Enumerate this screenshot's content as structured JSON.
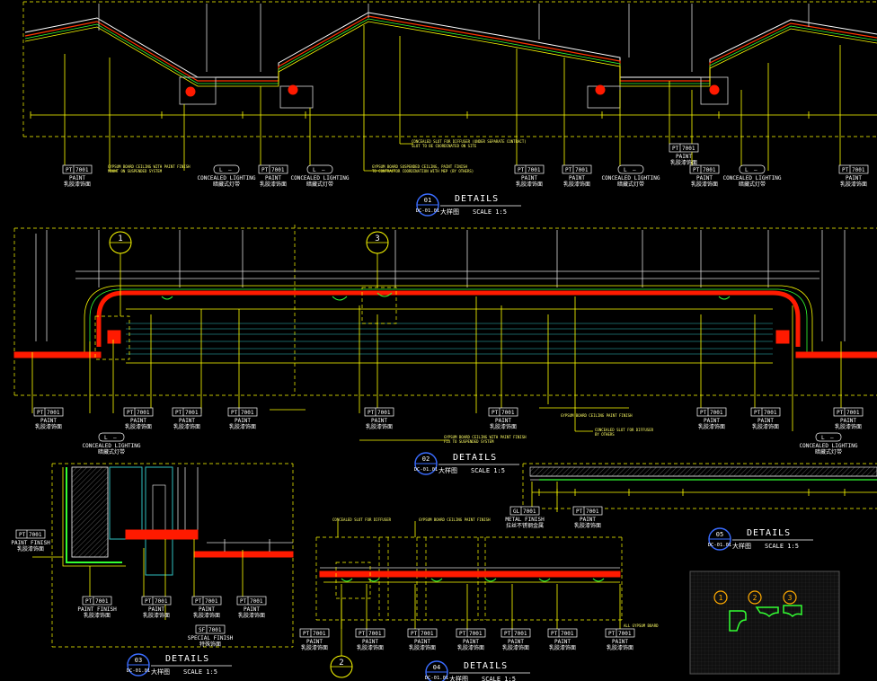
{
  "tag_pt_code": "PT",
  "tag_pt_number": "7001",
  "tag_paint": "PAINT",
  "tag_paint_cn": "乳胶漆饰面",
  "tag_l_code": "L",
  "tag_l_sub": "—",
  "tag_concealed": "CONCEALED LIGHTING",
  "tag_concealed_cn": "暗藏式灯带",
  "tag_paint_finish": "PAINT FINISH",
  "tag_sf_code": "SF",
  "tag_sf_number": "7001",
  "tag_special_finish": "SPECIAL FINISH",
  "tag_special_cn": "特殊饰面",
  "tag_gl_code": "GL",
  "tag_metal": "METAL FINISH",
  "tag_metal_cn": "拉丝不锈钢金属",
  "details": [
    {
      "number": "01",
      "ref": "DC-01.01",
      "title": "DETAILS",
      "subtitle": "大样图",
      "scale": "SCALE 1:5"
    },
    {
      "number": "02",
      "ref": "DC-01.01",
      "title": "DETAILS",
      "subtitle": "大样图",
      "scale": "SCALE 1:5"
    },
    {
      "number": "03",
      "ref": "DC-01.01",
      "title": "DETAILS",
      "subtitle": "大样图",
      "scale": "SCALE 1:5"
    },
    {
      "number": "04",
      "ref": "DC-01.01",
      "title": "DETAILS",
      "subtitle": "大样图",
      "scale": "SCALE 1:5"
    },
    {
      "number": "05",
      "ref": "DC-01.01",
      "title": "DETAILS",
      "subtitle": "大样图",
      "scale": "SCALE 1:5"
    }
  ],
  "callouts": [
    "1",
    "2",
    "3"
  ],
  "legend_markers": [
    "1",
    "2",
    "3"
  ],
  "colors": {
    "background": "#000000",
    "annotation": "#ffff00",
    "structure": "#d8d8d8",
    "finish": "#ff1a00",
    "moulding": "#33ff33",
    "title_ring": "#3a6cff"
  }
}
